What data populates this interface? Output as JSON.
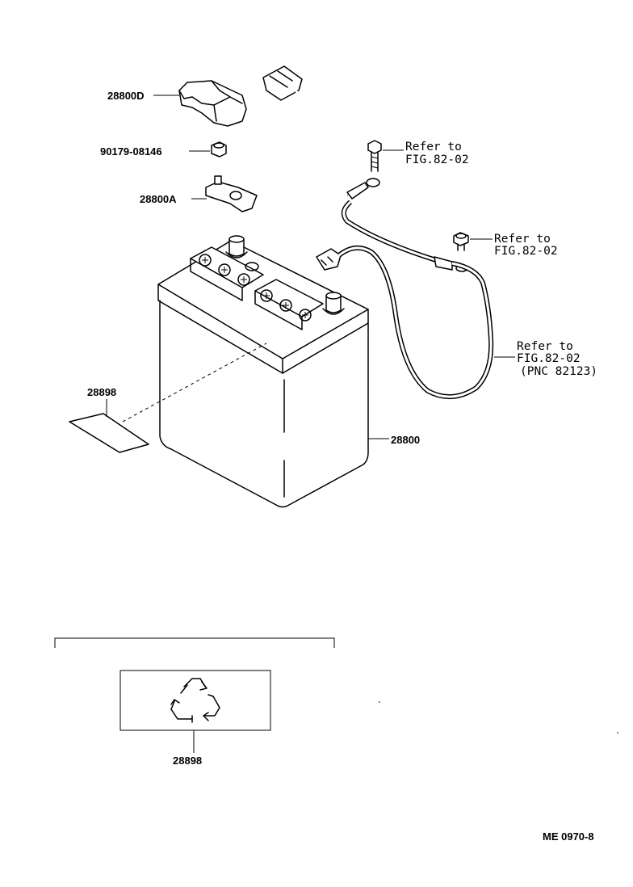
{
  "parts": {
    "cover_terminal": "28800D",
    "nut": "90179-08146",
    "clamp": "28800A",
    "battery": "28800",
    "label": "28898",
    "label_detail": "28898"
  },
  "references": {
    "ref1_line1": "Refer to",
    "ref1_line2": "FIG.82-02",
    "ref2_line1": "Refer to",
    "ref2_line2": "FIG.82-02",
    "ref3_line1": "Refer to",
    "ref3_line2": "FIG.82-02",
    "ref3_line3": "(PNC 82123)"
  },
  "diagram_code": "ME 0970-8",
  "icons": {
    "recycle": "recycle-icon"
  }
}
